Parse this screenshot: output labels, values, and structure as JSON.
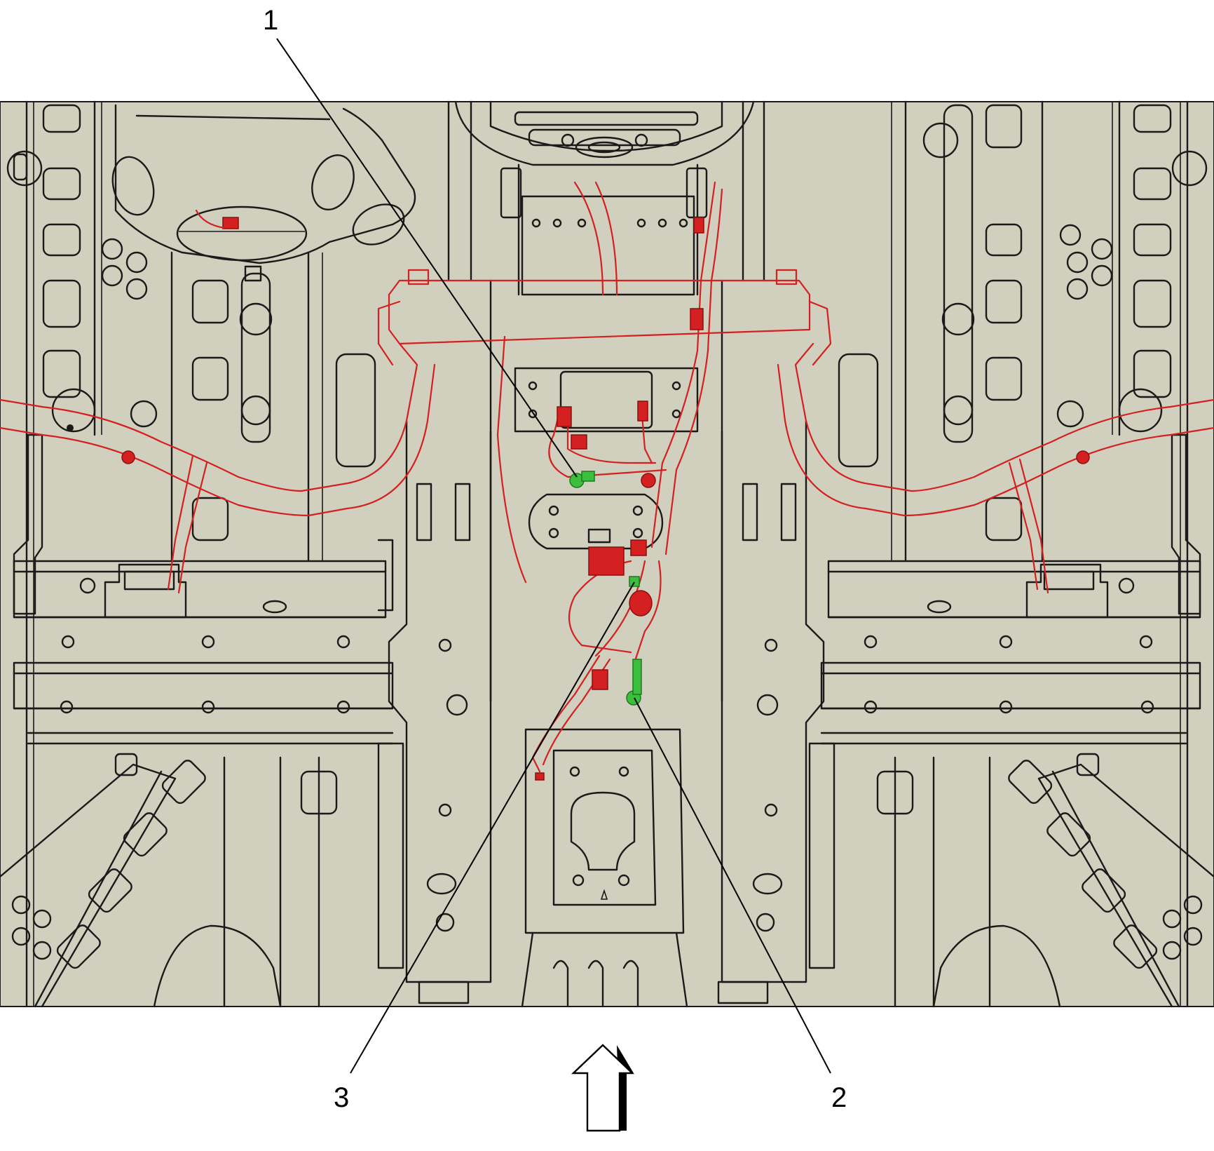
{
  "figure": {
    "background_color": "#ffffff",
    "panel_color": "#d1cfbe",
    "line_color": "#1a1a1a",
    "harness_color": "#d42020",
    "ground_color": "#3cbf3c"
  },
  "callouts": [
    {
      "id": "1",
      "label": "1"
    },
    {
      "id": "2",
      "label": "2"
    },
    {
      "id": "3",
      "label": "3"
    }
  ],
  "direction_arrow": {
    "icon": "up-arrow-icon"
  }
}
